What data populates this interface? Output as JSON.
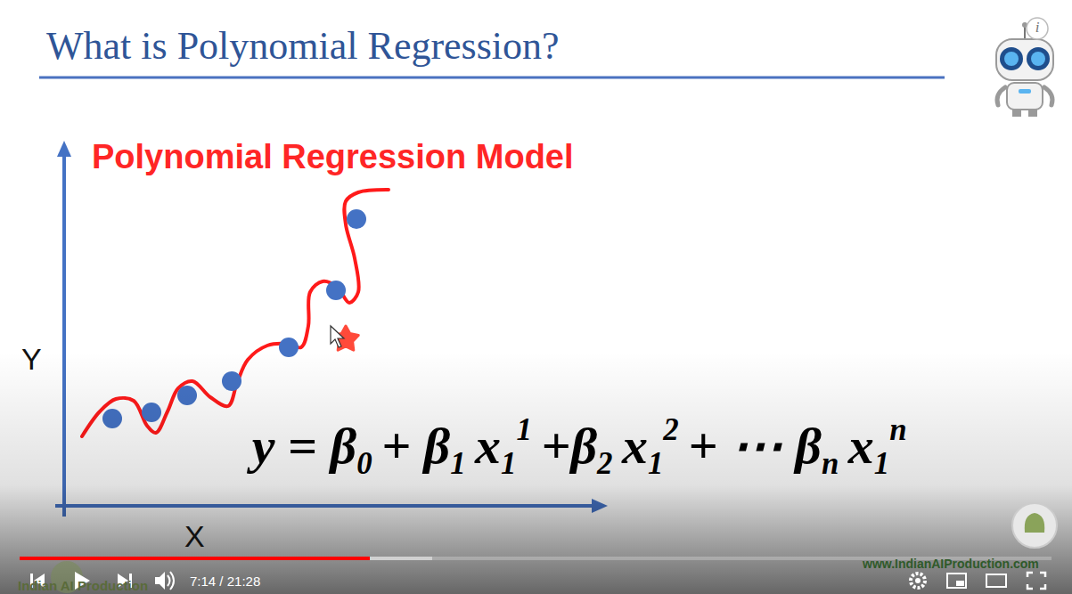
{
  "diagram": {
    "title": "What is Polynomial Regression?",
    "labels": [
      "Polynomial Regression Model",
      "Y",
      "X",
      "y = β",
      "0",
      "+ β",
      "1",
      "x",
      "1",
      "1",
      "+β",
      "2",
      "x",
      "1",
      "2",
      "+ ⋯ β",
      "n",
      "x",
      "1",
      "n",
      "7:14 / 21:28",
      "Indian AI Production",
      "www.IndianAIProduction.com",
      "i"
    ]
  }
}
